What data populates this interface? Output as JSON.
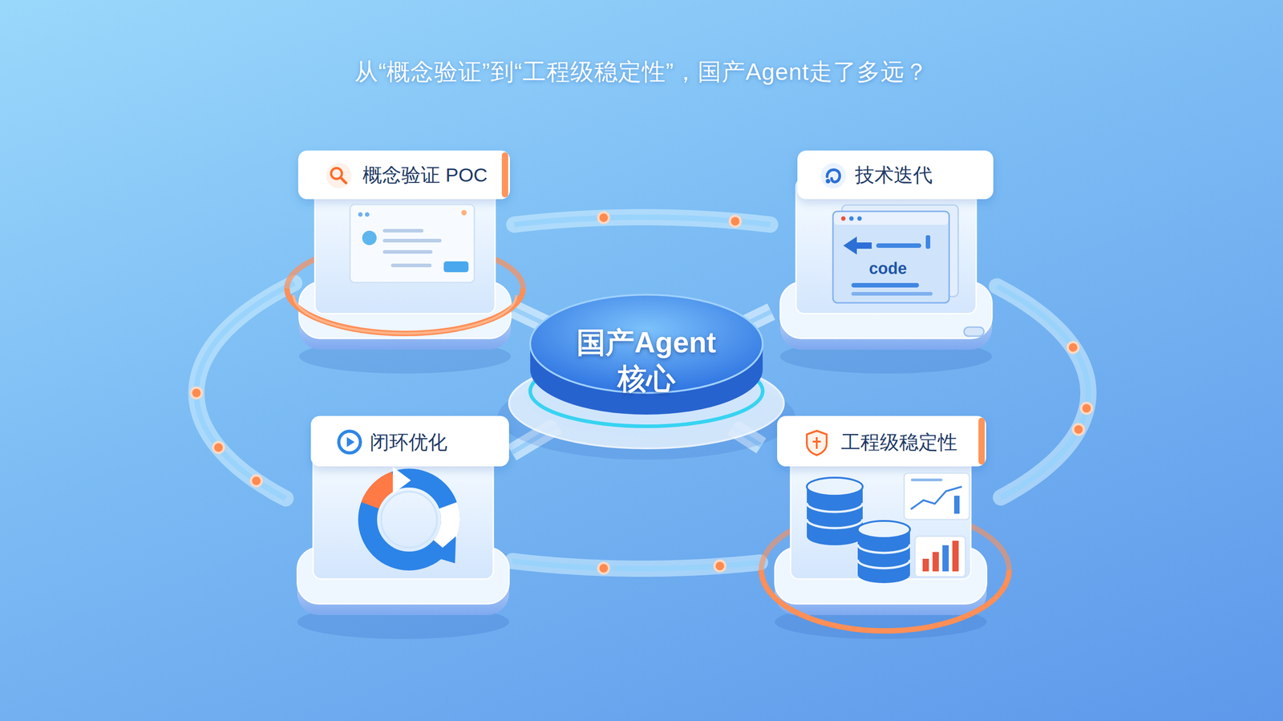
{
  "diagram": {
    "title": "从“概念验证”到“工程级稳定性”，国产Agent走了多远？",
    "nodes": [
      {
        "text": [
          "概念验证 POC"
        ]
      },
      {
        "text": [
          "技术迭代"
        ]
      },
      {
        "text": [
          "国产Agent 核心"
        ]
      },
      {
        "text": [
          "闭环优化"
        ]
      },
      {
        "text": [
          "工程级稳定性"
        ]
      }
    ],
    "edges": [
      {
        "from": 2,
        "to": 0,
        "arrow": "none"
      },
      {
        "from": 2,
        "to": 1,
        "arrow": "none"
      },
      {
        "from": 2,
        "to": 3,
        "arrow": "none"
      },
      {
        "from": 2,
        "to": 4,
        "arrow": "none"
      },
      {
        "from": 0,
        "to": 1,
        "arrow": "none"
      },
      {
        "from": 1,
        "to": 4,
        "arrow": "none"
      },
      {
        "from": 4,
        "to": 3,
        "arrow": "none"
      },
      {
        "from": 3,
        "to": 0,
        "arrow": "none"
      }
    ],
    "labels": [
      "code"
    ]
  }
}
